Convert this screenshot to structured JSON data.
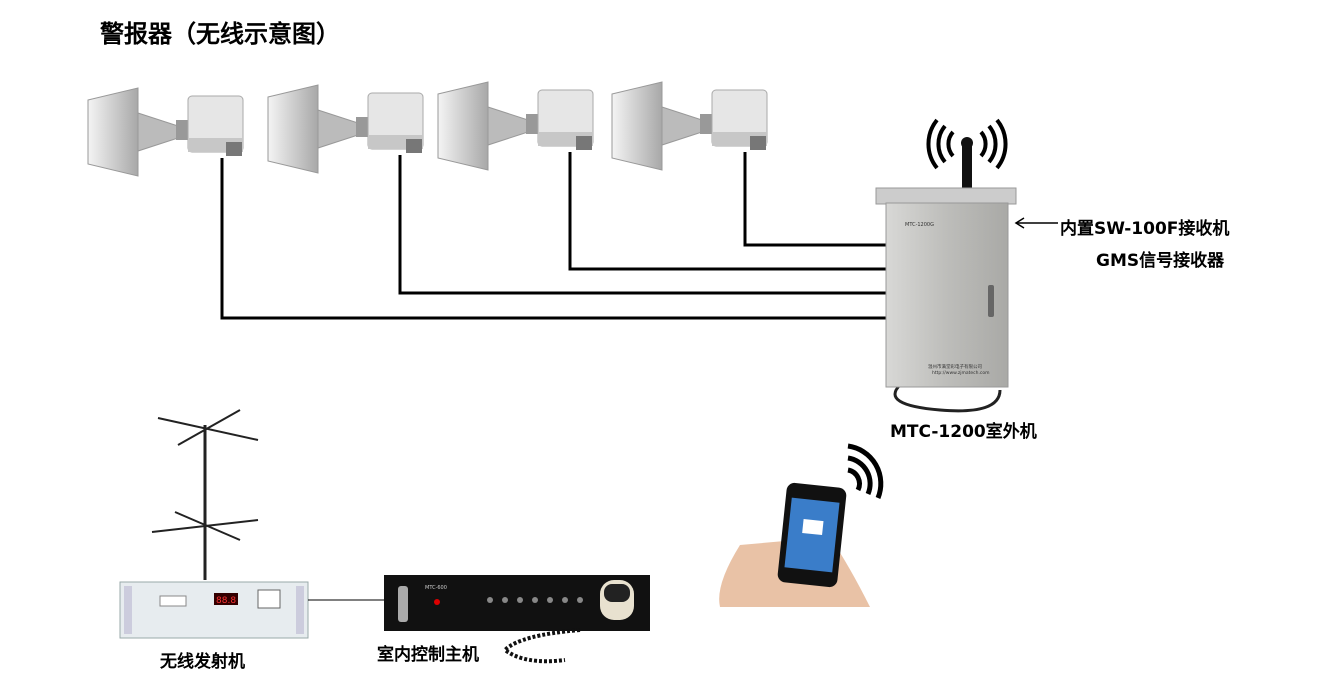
{
  "title": "警报器（无线示意图）",
  "labels": {
    "receiver": "内置SW-100F接收机",
    "gsm": "GMS信号接收器",
    "outdoor": "MTC-1200室外机",
    "transmitter": "无线发射机",
    "controller": "室内控制主机"
  },
  "device_text": {
    "cabinet_model": "MTC-1200G",
    "cabinet_company": "温州市满堂彩电子有限公司",
    "cabinet_url": "http://www.zjmatech.com",
    "controller_model": "MTC-600",
    "transmitter_display": "88.8"
  }
}
